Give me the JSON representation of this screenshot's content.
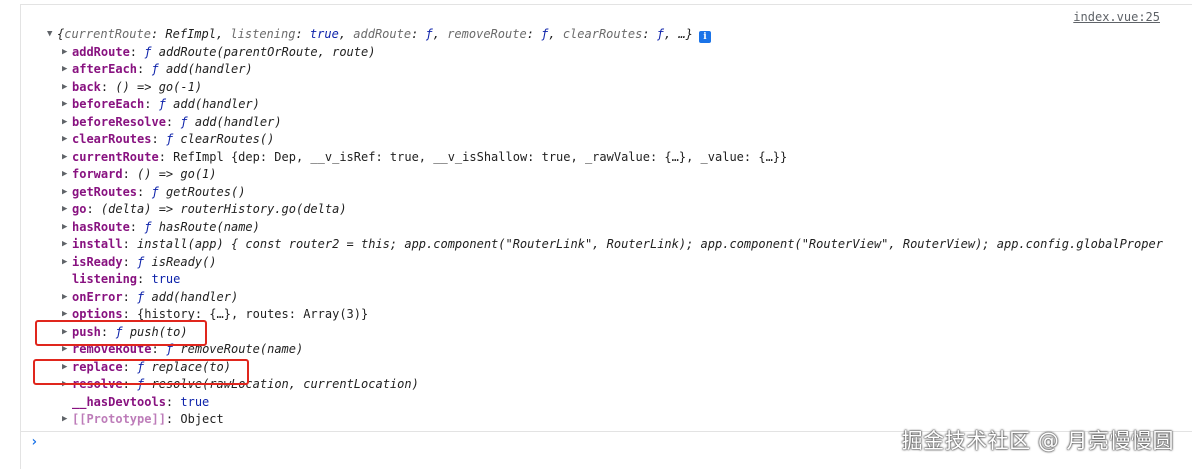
{
  "source_link": "index.vue:25",
  "summary": {
    "open": "{",
    "parts": [
      {
        "k": "currentRoute",
        "v": "RefImpl"
      },
      {
        "k": "listening",
        "v": "true"
      },
      {
        "k": "addRoute",
        "v": "ƒ"
      },
      {
        "k": "removeRoute",
        "v": "ƒ"
      },
      {
        "k": "clearRoutes",
        "v": "ƒ"
      }
    ],
    "tail": "…}",
    "info_icon": "i"
  },
  "props": [
    {
      "key": "addRoute",
      "expand": true,
      "fsym": "ƒ",
      "val": "addRoute(parentOrRoute, route)",
      "style": "fn"
    },
    {
      "key": "afterEach",
      "expand": true,
      "fsym": "ƒ",
      "val": "add(handler)",
      "style": "fn"
    },
    {
      "key": "back",
      "expand": true,
      "fsym": "",
      "val": "() => go(-1)",
      "style": "fn"
    },
    {
      "key": "beforeEach",
      "expand": true,
      "fsym": "ƒ",
      "val": "add(handler)",
      "style": "fn"
    },
    {
      "key": "beforeResolve",
      "expand": true,
      "fsym": "ƒ",
      "val": "add(handler)",
      "style": "fn"
    },
    {
      "key": "clearRoutes",
      "expand": true,
      "fsym": "ƒ",
      "val": "clearRoutes()",
      "style": "fn"
    },
    {
      "key": "currentRoute",
      "expand": true,
      "fsym": "",
      "val": "RefImpl {dep: Dep, __v_isRef: true, __v_isShallow: true, _rawValue: {…}, _value: {…}}",
      "style": "plain"
    },
    {
      "key": "forward",
      "expand": true,
      "fsym": "",
      "val": "() => go(1)",
      "style": "fn"
    },
    {
      "key": "getRoutes",
      "expand": true,
      "fsym": "ƒ",
      "val": "getRoutes()",
      "style": "fn"
    },
    {
      "key": "go",
      "expand": true,
      "fsym": "",
      "val": "(delta) => routerHistory.go(delta)",
      "style": "fn"
    },
    {
      "key": "hasRoute",
      "expand": true,
      "fsym": "ƒ",
      "val": "hasRoute(name)",
      "style": "fn"
    },
    {
      "key": "install",
      "expand": true,
      "fsym": "",
      "val": "install(app) { const router2 = this; app.component(\"RouterLink\", RouterLink); app.component(\"RouterView\", RouterView); app.config.globalProper",
      "style": "fn"
    },
    {
      "key": "isReady",
      "expand": true,
      "fsym": "ƒ",
      "val": "isReady()",
      "style": "fn"
    },
    {
      "key": "listening",
      "expand": false,
      "fsym": "",
      "val": "true",
      "style": "kw"
    },
    {
      "key": "onError",
      "expand": true,
      "fsym": "ƒ",
      "val": "add(handler)",
      "style": "fn"
    },
    {
      "key": "options",
      "expand": true,
      "fsym": "",
      "val": "{history: {…}, routes: Array(3)}",
      "style": "plain"
    },
    {
      "key": "push",
      "expand": true,
      "fsym": "ƒ",
      "val": "push(to)",
      "style": "fn"
    },
    {
      "key": "removeRoute",
      "expand": true,
      "fsym": "ƒ",
      "val": "removeRoute(name)",
      "style": "fn"
    },
    {
      "key": "replace",
      "expand": true,
      "fsym": "ƒ",
      "val": "replace(to)",
      "style": "fn"
    },
    {
      "key": "resolve",
      "expand": true,
      "fsym": "ƒ",
      "val": "resolve(rawLocation, currentLocation)",
      "style": "fn"
    },
    {
      "key": "__hasDevtools",
      "expand": false,
      "fsym": "",
      "val": "true",
      "style": "kw"
    },
    {
      "key": "[[Prototype]]",
      "expand": true,
      "fsym": "",
      "val": "Object",
      "style": "plain",
      "dim": true
    }
  ],
  "prompt_symbol": "›",
  "watermark": "掘金技术社区 @ 月亮慢慢圆",
  "colors": {
    "key": "#881280",
    "keyword": "#0d22aa",
    "highlight_box": "#e0261d",
    "info_icon": "#1a73e8"
  }
}
